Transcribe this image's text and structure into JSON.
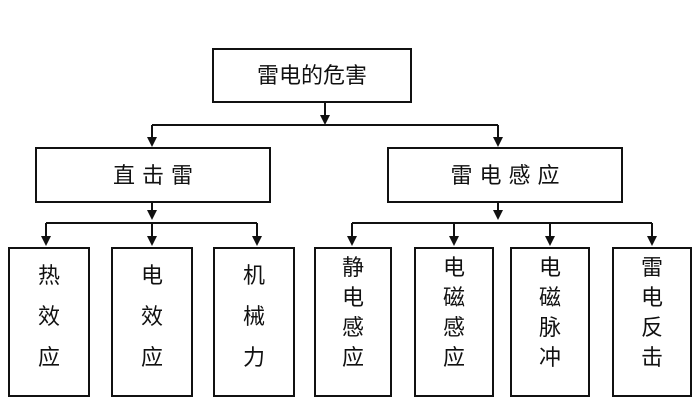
{
  "root": {
    "label": "雷电的危害"
  },
  "branches": [
    {
      "label": "直 击 雷",
      "children": [
        {
          "label": "热效应"
        },
        {
          "label": "电效应"
        },
        {
          "label": "机械力"
        }
      ]
    },
    {
      "label": "雷 电 感 应",
      "children": [
        {
          "label": "静电感应"
        },
        {
          "label": "电磁感应"
        },
        {
          "label": "电磁脉冲"
        },
        {
          "label": "雷电反击"
        }
      ]
    }
  ]
}
